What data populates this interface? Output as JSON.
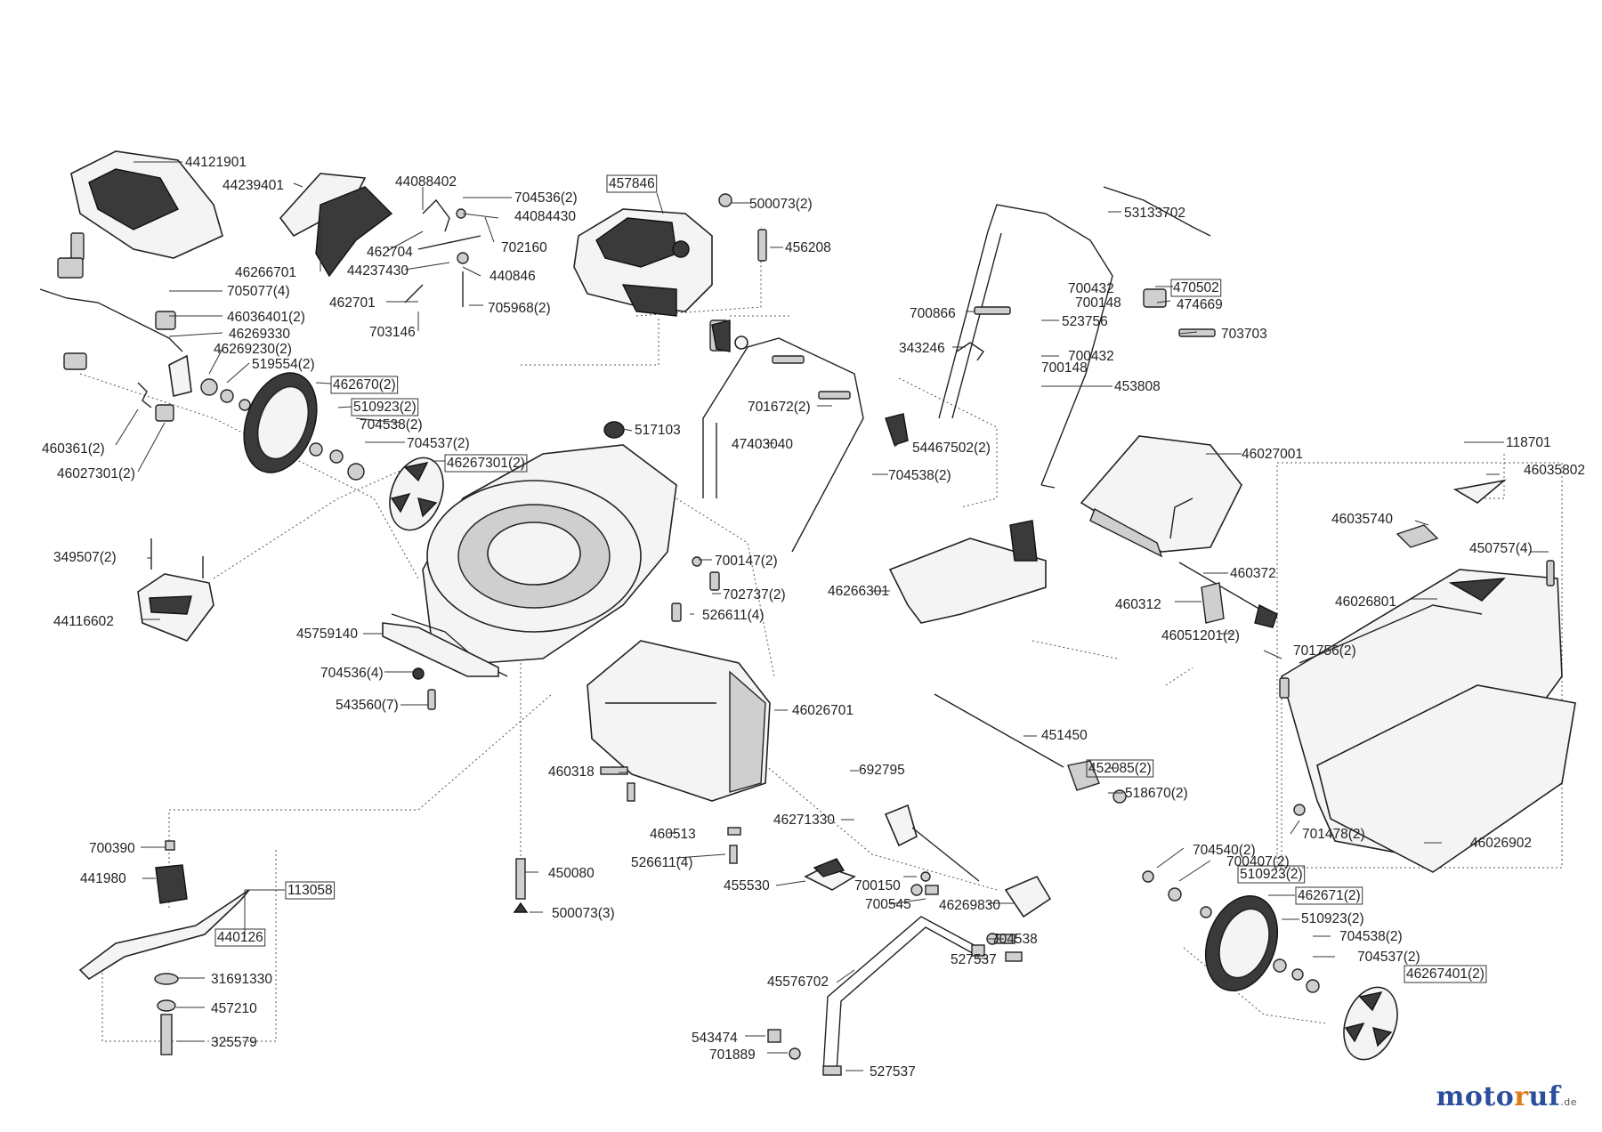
{
  "labels": [
    {
      "text": "44121901",
      "boxed": false
    },
    {
      "text": "44239401",
      "boxed": false
    },
    {
      "text": "44088402",
      "boxed": false
    },
    {
      "text": "704536(2)",
      "boxed": false
    },
    {
      "text": "44084430",
      "boxed": false
    },
    {
      "text": "462704",
      "boxed": false
    },
    {
      "text": "702160",
      "boxed": false
    },
    {
      "text": "46266701",
      "boxed": false
    },
    {
      "text": "44237430",
      "boxed": false
    },
    {
      "text": "440846",
      "boxed": false
    },
    {
      "text": "462701",
      "boxed": false
    },
    {
      "text": "705968(2)",
      "boxed": false
    },
    {
      "text": "703146",
      "boxed": false
    },
    {
      "text": "705077(4)",
      "boxed": false
    },
    {
      "text": "46036401(2)",
      "boxed": false
    },
    {
      "text": "46269330",
      "boxed": false
    },
    {
      "text": "46269230(2)",
      "boxed": false
    },
    {
      "text": "519554(2)",
      "boxed": false
    },
    {
      "text": "462670(2)",
      "boxed": true
    },
    {
      "text": "510923(2)",
      "boxed": true
    },
    {
      "text": "704538(2)",
      "boxed": false
    },
    {
      "text": "704537(2)",
      "boxed": false
    },
    {
      "text": "46267301(2)",
      "boxed": true
    },
    {
      "text": "460361(2)",
      "boxed": false
    },
    {
      "text": "46027301(2)",
      "boxed": false
    },
    {
      "text": "457846",
      "boxed": true
    },
    {
      "text": "500073(2)",
      "boxed": false
    },
    {
      "text": "456208",
      "boxed": false
    },
    {
      "text": "517103",
      "boxed": false
    },
    {
      "text": "53133702",
      "boxed": false
    },
    {
      "text": "700432",
      "boxed": false
    },
    {
      "text": "470502",
      "boxed": true
    },
    {
      "text": "700148",
      "boxed": false
    },
    {
      "text": "474669",
      "boxed": false
    },
    {
      "text": "700866",
      "boxed": false
    },
    {
      "text": "523756",
      "boxed": false
    },
    {
      "text": "703703",
      "boxed": false
    },
    {
      "text": "343246",
      "boxed": false
    },
    {
      "text": "700432",
      "boxed": false
    },
    {
      "text": "700148",
      "boxed": false
    },
    {
      "text": "453808",
      "boxed": false
    },
    {
      "text": "701672(2)",
      "boxed": false
    },
    {
      "text": "47403040",
      "boxed": false
    },
    {
      "text": "54467502(2)",
      "boxed": false
    },
    {
      "text": "704538(2)",
      "boxed": false
    },
    {
      "text": "46027001",
      "boxed": false
    },
    {
      "text": "118701",
      "boxed": false
    },
    {
      "text": "46035802",
      "boxed": false
    },
    {
      "text": "46035740",
      "boxed": false
    },
    {
      "text": "450757(4)",
      "boxed": false
    },
    {
      "text": "46026801",
      "boxed": false
    },
    {
      "text": "460372",
      "boxed": false
    },
    {
      "text": "460312",
      "boxed": false
    },
    {
      "text": "46051201(2)",
      "boxed": false
    },
    {
      "text": "349507(2)",
      "boxed": false
    },
    {
      "text": "44116602",
      "boxed": false
    },
    {
      "text": "700147(2)",
      "boxed": false
    },
    {
      "text": "702737(2)",
      "boxed": false
    },
    {
      "text": "46266301",
      "boxed": false
    },
    {
      "text": "526611(4)",
      "boxed": false
    },
    {
      "text": "45759140",
      "boxed": false
    },
    {
      "text": "704536(4)",
      "boxed": false
    },
    {
      "text": "543560(7)",
      "boxed": false
    },
    {
      "text": "46026701",
      "boxed": false
    },
    {
      "text": "701756(2)",
      "boxed": false
    },
    {
      "text": "451450",
      "boxed": false
    },
    {
      "text": "452085(2)",
      "boxed": true
    },
    {
      "text": "518670(2)",
      "boxed": false
    },
    {
      "text": "460318",
      "boxed": false
    },
    {
      "text": "692795",
      "boxed": false
    },
    {
      "text": "701478(2)",
      "boxed": false
    },
    {
      "text": "46026902",
      "boxed": false
    },
    {
      "text": "460513",
      "boxed": false
    },
    {
      "text": "46271330",
      "boxed": false
    },
    {
      "text": "700390",
      "boxed": false
    },
    {
      "text": "704540(2)",
      "boxed": false
    },
    {
      "text": "700407(2)",
      "boxed": false
    },
    {
      "text": "510923(2)",
      "boxed": true
    },
    {
      "text": "526611(4)",
      "boxed": false
    },
    {
      "text": "450080",
      "boxed": false
    },
    {
      "text": "441980",
      "boxed": false
    },
    {
      "text": "113058",
      "boxed": true
    },
    {
      "text": "455530",
      "boxed": false
    },
    {
      "text": "700150",
      "boxed": false
    },
    {
      "text": "700545",
      "boxed": false
    },
    {
      "text": "46269830",
      "boxed": false
    },
    {
      "text": "462671(2)",
      "boxed": true
    },
    {
      "text": "510923(2)",
      "boxed": false
    },
    {
      "text": "500073(3)",
      "boxed": false
    },
    {
      "text": "440126",
      "boxed": true
    },
    {
      "text": "704538",
      "boxed": false
    },
    {
      "text": "704538(2)",
      "boxed": false
    },
    {
      "text": "527537",
      "boxed": false
    },
    {
      "text": "704537(2)",
      "boxed": false
    },
    {
      "text": "46267401(2)",
      "boxed": true
    },
    {
      "text": "31691330",
      "boxed": false
    },
    {
      "text": "45576702",
      "boxed": false
    },
    {
      "text": "457210",
      "boxed": false
    },
    {
      "text": "325579",
      "boxed": false
    },
    {
      "text": "543474",
      "boxed": false
    },
    {
      "text": "701889",
      "boxed": false
    },
    {
      "text": "527537",
      "boxed": false
    }
  ],
  "brand": {
    "part1": "moto",
    "part2": "r",
    "part3": "uf",
    "suffix": ".de"
  },
  "colors": {
    "line": "#222222",
    "brand_blue": "#2b4f9c",
    "brand_orange": "#e07a18"
  }
}
